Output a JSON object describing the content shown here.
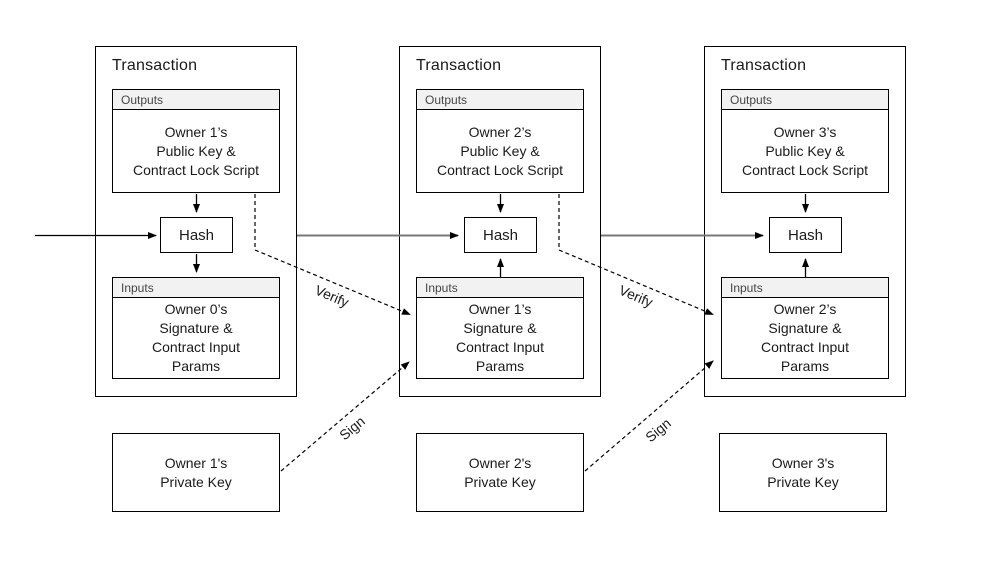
{
  "diagram": {
    "transactions": [
      {
        "title": "Transaction",
        "outputs_label": "Outputs",
        "outputs_lines": [
          "Owner 1’s",
          "Public Key &",
          "Contract Lock Script"
        ],
        "hash_label": "Hash",
        "inputs_label": "Inputs",
        "inputs_lines": [
          "Owner 0’s",
          "Signature &",
          "Contract Input",
          "Params"
        ],
        "private_key_lines": [
          "Owner 1's",
          "Private Key"
        ]
      },
      {
        "title": "Transaction",
        "outputs_label": "Outputs",
        "outputs_lines": [
          "Owner 2’s",
          "Public Key &",
          "Contract Lock Script"
        ],
        "hash_label": "Hash",
        "inputs_label": "Inputs",
        "inputs_lines": [
          "Owner 1’s",
          "Signature &",
          "Contract Input",
          "Params"
        ],
        "private_key_lines": [
          "Owner 2's",
          "Private Key"
        ]
      },
      {
        "title": "Transaction",
        "outputs_label": "Outputs",
        "outputs_lines": [
          "Owner 3’s",
          "Public Key &",
          "Contract Lock Script"
        ],
        "hash_label": "Hash",
        "inputs_label": "Inputs",
        "inputs_lines": [
          "Owner 2’s",
          "Signature &",
          "Contract Input",
          "Params"
        ],
        "private_key_lines": [
          "Owner 3's",
          "Private Key"
        ]
      }
    ],
    "edge_labels": {
      "verify": "Verify",
      "sign": "Sign"
    },
    "colors": {
      "background": "#ffffff",
      "box_border": "#000000",
      "section_header_bg": "#f2f2f2",
      "section_header_text": "#454545",
      "chain_arrow_gray": "#787878",
      "line_black": "#000000"
    }
  }
}
